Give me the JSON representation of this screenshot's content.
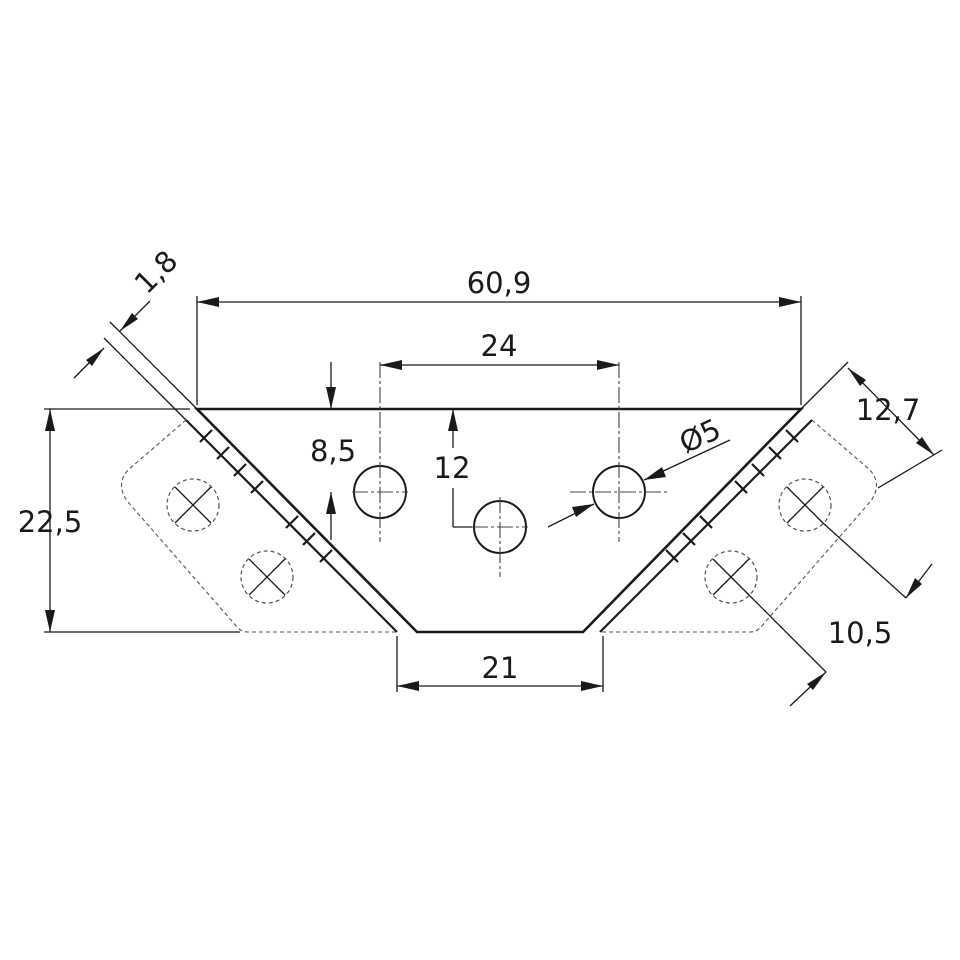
{
  "dimensions": {
    "overall_width": "60,9",
    "hole_spacing": "24",
    "thickness": "1,8",
    "height": "22,5",
    "hole_offset": "8,5",
    "hole_drop": "12",
    "hole_diameter": "Ø5",
    "wing_width": "12,7",
    "wing_hole_offset": "10,5",
    "bottom_width": "21"
  }
}
